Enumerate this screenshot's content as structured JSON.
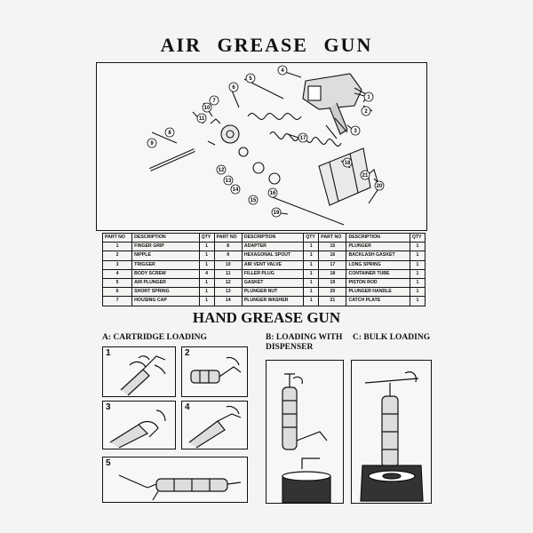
{
  "titles": {
    "air": "AIR GREASE GUN",
    "hand": "HAND GREASE GUN"
  },
  "diagram": {
    "callouts": [
      "1",
      "2",
      "3",
      "4",
      "5",
      "6",
      "7",
      "8",
      "9",
      "10",
      "11",
      "12",
      "13",
      "14",
      "15",
      "16",
      "17",
      "18",
      "19",
      "20",
      "21"
    ]
  },
  "parts_table": {
    "headers": [
      "PART NO",
      "DESCRIPTION",
      "QTY",
      "PART NO",
      "DESCRIPTION",
      "QTY",
      "PART NO",
      "DESCRIPTION",
      "QTY"
    ],
    "rows": [
      [
        "1",
        "FINGER GRIP",
        "1",
        "8",
        "ADAPTER",
        "1",
        "15",
        "PLUNGER",
        "1"
      ],
      [
        "2",
        "NIPPLE",
        "1",
        "9",
        "HEXAGONAL SPOUT",
        "1",
        "16",
        "BACKLASH GASKET",
        "1"
      ],
      [
        "3",
        "TRIGGER",
        "1",
        "10",
        "AIR VENT VALVE",
        "1",
        "17",
        "LONG SPRING",
        "1"
      ],
      [
        "4",
        "BODY SCREW",
        "4",
        "11",
        "FILLER PLUG",
        "1",
        "18",
        "CONTAINER TUBE",
        "1"
      ],
      [
        "5",
        "AIR PLUNGER",
        "1",
        "12",
        "GASKET",
        "1",
        "19",
        "PISTON ROD",
        "1"
      ],
      [
        "6",
        "SHORT SPRING",
        "1",
        "13",
        "PLUNGER NUT",
        "1",
        "20",
        "PLUNGER HANDLE",
        "1"
      ],
      [
        "7",
        "HOUSING CAP",
        "1",
        "14",
        "PLUNGER WASHER",
        "1",
        "21",
        "CATCH PLATE",
        "1"
      ]
    ]
  },
  "sections": {
    "a": "A: CARTRIDGE LOADING",
    "b": "B: LOADING WITH DISPENSER",
    "c": "C: BULK LOADING"
  },
  "steps": [
    "1",
    "2",
    "3",
    "4",
    "5"
  ]
}
